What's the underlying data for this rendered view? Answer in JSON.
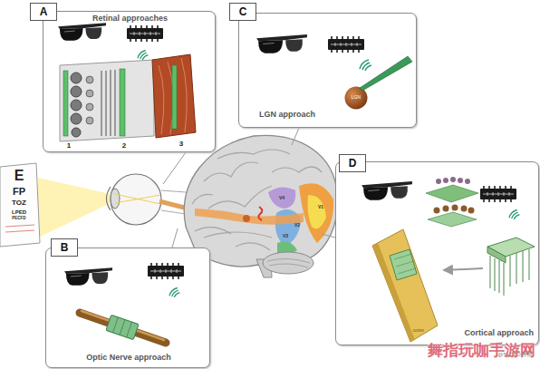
{
  "diagram": {
    "nodes": [
      {
        "text": [
          "Retinal approaches"
        ]
      },
      {
        "text": [
          "A"
        ],
        "in": 0
      },
      {
        "text": [
          "LGN approach"
        ]
      },
      {
        "text": [
          "C"
        ],
        "in": 2
      },
      {
        "text": [
          "LGN"
        ],
        "in": 2
      },
      {
        "text": [
          "Cortical approach"
        ]
      },
      {
        "text": [
          "D"
        ],
        "in": 5
      },
      {
        "text": [
          "cortex"
        ],
        "in": 5
      },
      {
        "text": [
          "E",
          "FP",
          "TOZ",
          "LPED",
          "PECFD"
        ]
      },
      {
        "text": [
          "Optic Nerve approach"
        ]
      },
      {
        "text": [
          "B"
        ],
        "in": 9
      }
    ],
    "labels": [
      "1",
      "2",
      "3",
      "V1",
      "V2",
      "V3",
      "V4",
      "舞指玩咖手游网",
      "@51CTO博客"
    ]
  }
}
